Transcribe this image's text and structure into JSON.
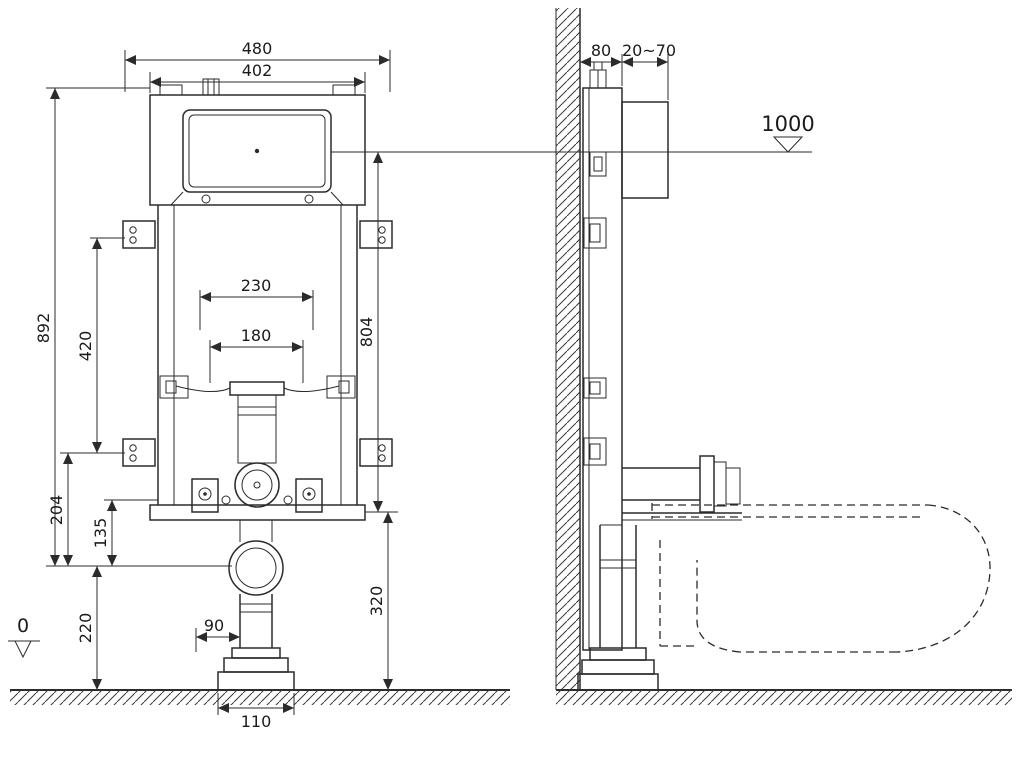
{
  "drawing": {
    "front": {
      "dim_480": "480",
      "dim_402": "402",
      "dim_892": "892",
      "dim_420": "420",
      "dim_204": "204",
      "dim_135": "135",
      "dim_220": "220",
      "dim_230": "230",
      "dim_180": "180",
      "dim_804": "804",
      "dim_320": "320",
      "dim_90": "90",
      "dim_110": "110",
      "datum_zero": "0"
    },
    "side": {
      "dim_80": "80",
      "dim_20_70": "20~70",
      "datum_1000": "1000"
    },
    "colors": {
      "line": "#2b2b2b",
      "background": "#ffffff"
    }
  }
}
